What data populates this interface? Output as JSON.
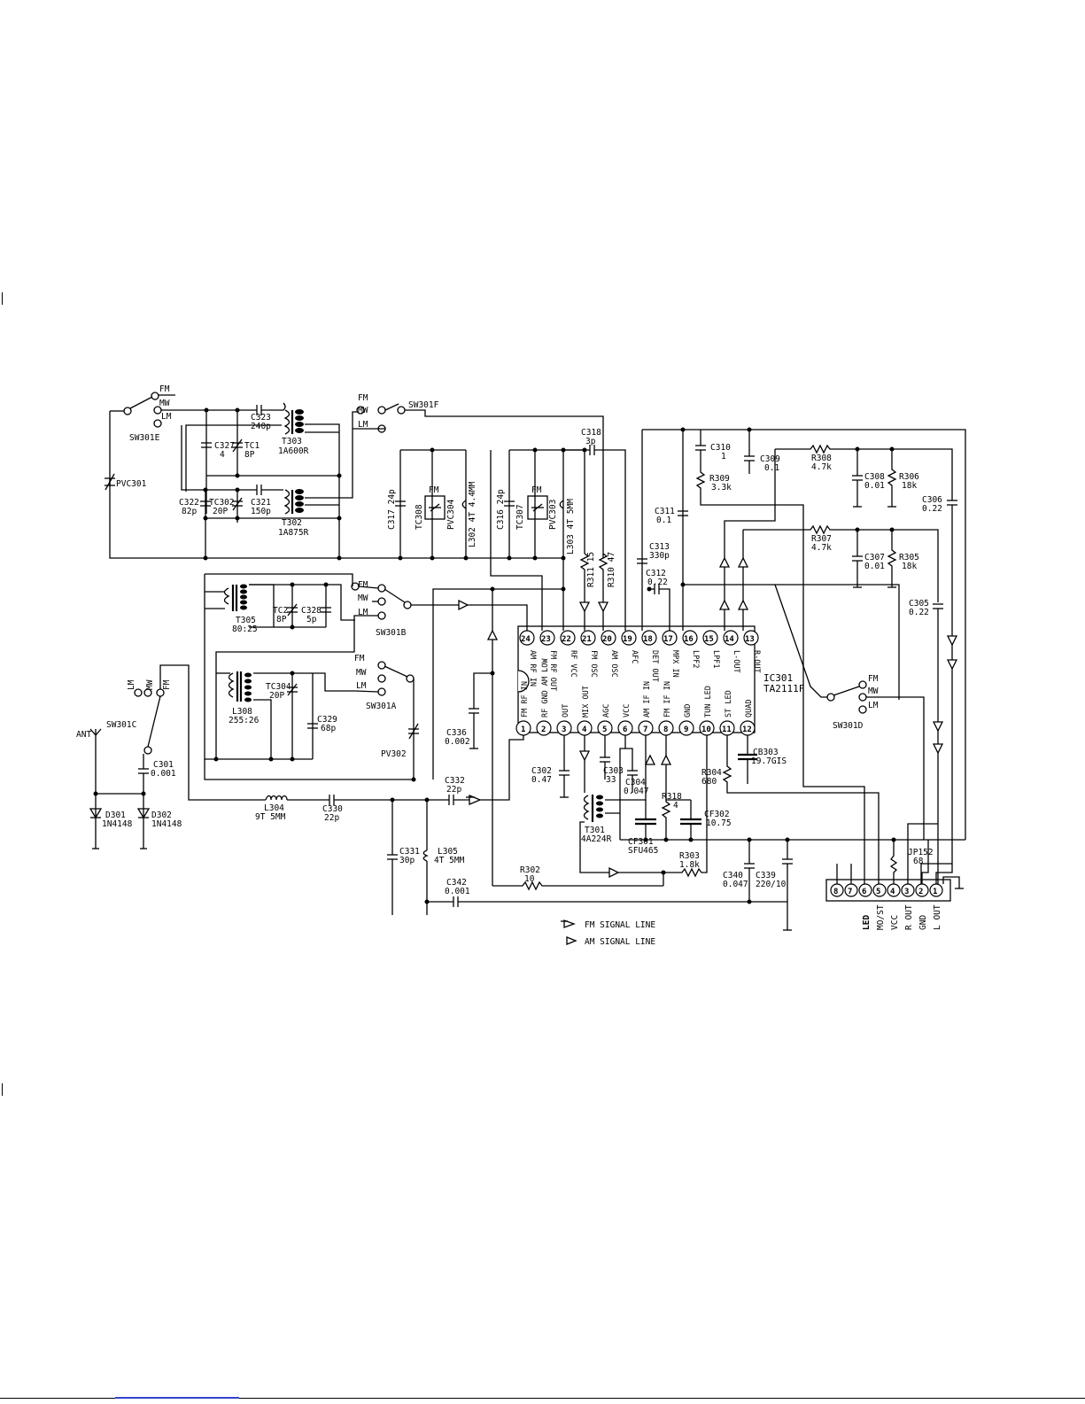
{
  "ic": {
    "ref": "IC301",
    "part": "TA2111F",
    "top_pins": [
      {
        "n": "24",
        "label": "AM RF IN"
      },
      {
        "n": "23",
        "label": "FM RF OUT"
      },
      {
        "n": "22",
        "label": "RF VCC"
      },
      {
        "n": "21",
        "label": "FM OSC"
      },
      {
        "n": "20",
        "label": "AM OSC"
      },
      {
        "n": "19",
        "label": "AFC"
      },
      {
        "n": "18",
        "label": "DET OUT"
      },
      {
        "n": "17",
        "label": "MPX IN"
      },
      {
        "n": "16",
        "label": "LPF2"
      },
      {
        "n": "15",
        "label": "LPF1"
      },
      {
        "n": "14",
        "label": "L-OUT"
      },
      {
        "n": "13",
        "label": "R-OUT"
      }
    ],
    "bottom_pins": [
      {
        "n": "1",
        "label": "FM RF IN"
      },
      {
        "n": "2",
        "label": "RF GND AM LOW"
      },
      {
        "n": "3",
        "label": "OUT"
      },
      {
        "n": "4",
        "label": "MIX OUT"
      },
      {
        "n": "5",
        "label": "AGC"
      },
      {
        "n": "6",
        "label": "VCC"
      },
      {
        "n": "7",
        "label": "AM IF IN"
      },
      {
        "n": "8",
        "label": "FM IF IN"
      },
      {
        "n": "9",
        "label": "GND"
      },
      {
        "n": "10",
        "label": "TUN LED"
      },
      {
        "n": "11",
        "label": "ST LED"
      },
      {
        "n": "12",
        "label": "QUAD"
      }
    ]
  },
  "switches": {
    "fm": "FM",
    "mw": "MW",
    "lm": "LM",
    "sw301e": "SW301E",
    "sw301f": "SW301F",
    "sw301b": "SW301B",
    "sw301a": "SW301A",
    "sw301c": "SW301C",
    "sw301d": "SW301D"
  },
  "parts": {
    "pvc301": "PVC301",
    "c323": "C323",
    "c323v": "240p",
    "t303": "T303",
    "t303v": "1A600R",
    "c327": "C327",
    "c327v": "4",
    "tc1": "TC1",
    "tc1v": "8P",
    "c322": "C322",
    "c322v": "82p",
    "tc302": "TC302",
    "tc302v": "20P",
    "c321": "C321",
    "c321v": "150p",
    "t302": "T302",
    "t302v": "1A875R",
    "c317": "C317 24p",
    "tc308": "TC308",
    "fm_tc": "FM",
    "pvc304": "PVC304",
    "l302": "L302 4T 4.4MM",
    "c316": "C316 24p",
    "tc307": "TC307",
    "pvc303": "PVC303",
    "l303": "L303 4T 5MM",
    "c318": "C318",
    "c318v": "3p",
    "r311": "R311 15",
    "r310": "R310 47",
    "c310": "C310",
    "c310v": "1",
    "r309": "R309",
    "r309v": "3.3k",
    "c309": "C309",
    "c309v": "0.1",
    "r308": "R308",
    "r308v": "4.7k",
    "c308": "C308",
    "c308v": "0.01",
    "r306": "R306",
    "r306v": "18k",
    "c306": "C306",
    "c306v": "0.22",
    "c311": "C311",
    "c311v": "0.1",
    "c313": "C313",
    "c313v": "330p",
    "c312": "C312",
    "c312v": "0.22",
    "r307": "R307",
    "r307v": "4.7k",
    "c307": "C307",
    "c307v": "0.01",
    "r305": "R305",
    "r305v": "18k",
    "c305": "C305",
    "c305v": "0.22",
    "t305": "T305",
    "t305v": "80:25",
    "tc2": "TC2",
    "tc2v": "8P",
    "c328": "C328",
    "c328v": "5p",
    "tc304": "TC304",
    "tc304v": "20P",
    "l308": "L308",
    "l308v": "255:26",
    "c329": "C329",
    "c329v": "68p",
    "pv302": "PV302",
    "c336": "C336",
    "c336v": "0.002",
    "ant": "ANT",
    "c301": "C301",
    "c301v": "0.001",
    "d301": "D301",
    "d301v": "1N4148",
    "d302": "D302",
    "d302v": "1N4148",
    "l304": "L304",
    "l304v": "9T 5MM",
    "c330": "C330",
    "c330v": "22p",
    "c332": "C332",
    "c332v": "22p",
    "c331": "C331",
    "c331v": "30p",
    "l305": "L305",
    "l305v": "4T 5MM",
    "c342": "C342",
    "c342v": "0.001",
    "r302": "R302",
    "r302v": "10",
    "c302": "C302",
    "c302v": "0.47",
    "c303": "C303",
    "c303v": "33",
    "c304": "C304",
    "c304v": "0.047",
    "t301": "T301",
    "t301v": "4A224R",
    "cf301": "CF301",
    "cf301v": "SFU465",
    "r318": "R318",
    "r318v": "4",
    "cf302": "CF302",
    "cf302v": "10.75",
    "r303": "R303",
    "r303v": "1.8k",
    "c340": "C340",
    "c340v": "0.047",
    "c339": "C339",
    "c339v": "220/10",
    "r304": "R304",
    "r304v": "680",
    "cb303": "CB303",
    "cb303v": "19.7GIS",
    "jp152": "JP152",
    "r_jp": "68"
  },
  "connector": {
    "pins": [
      "8",
      "7",
      "6",
      "5",
      "4",
      "3",
      "2",
      "1"
    ],
    "labels": [
      "LED",
      "MO/ST",
      "VCC",
      "R OUT",
      "GND",
      "L OUT"
    ]
  },
  "legend": {
    "fm": "FM SIGNAL LINE",
    "am": "AM SIGNAL LINE"
  }
}
